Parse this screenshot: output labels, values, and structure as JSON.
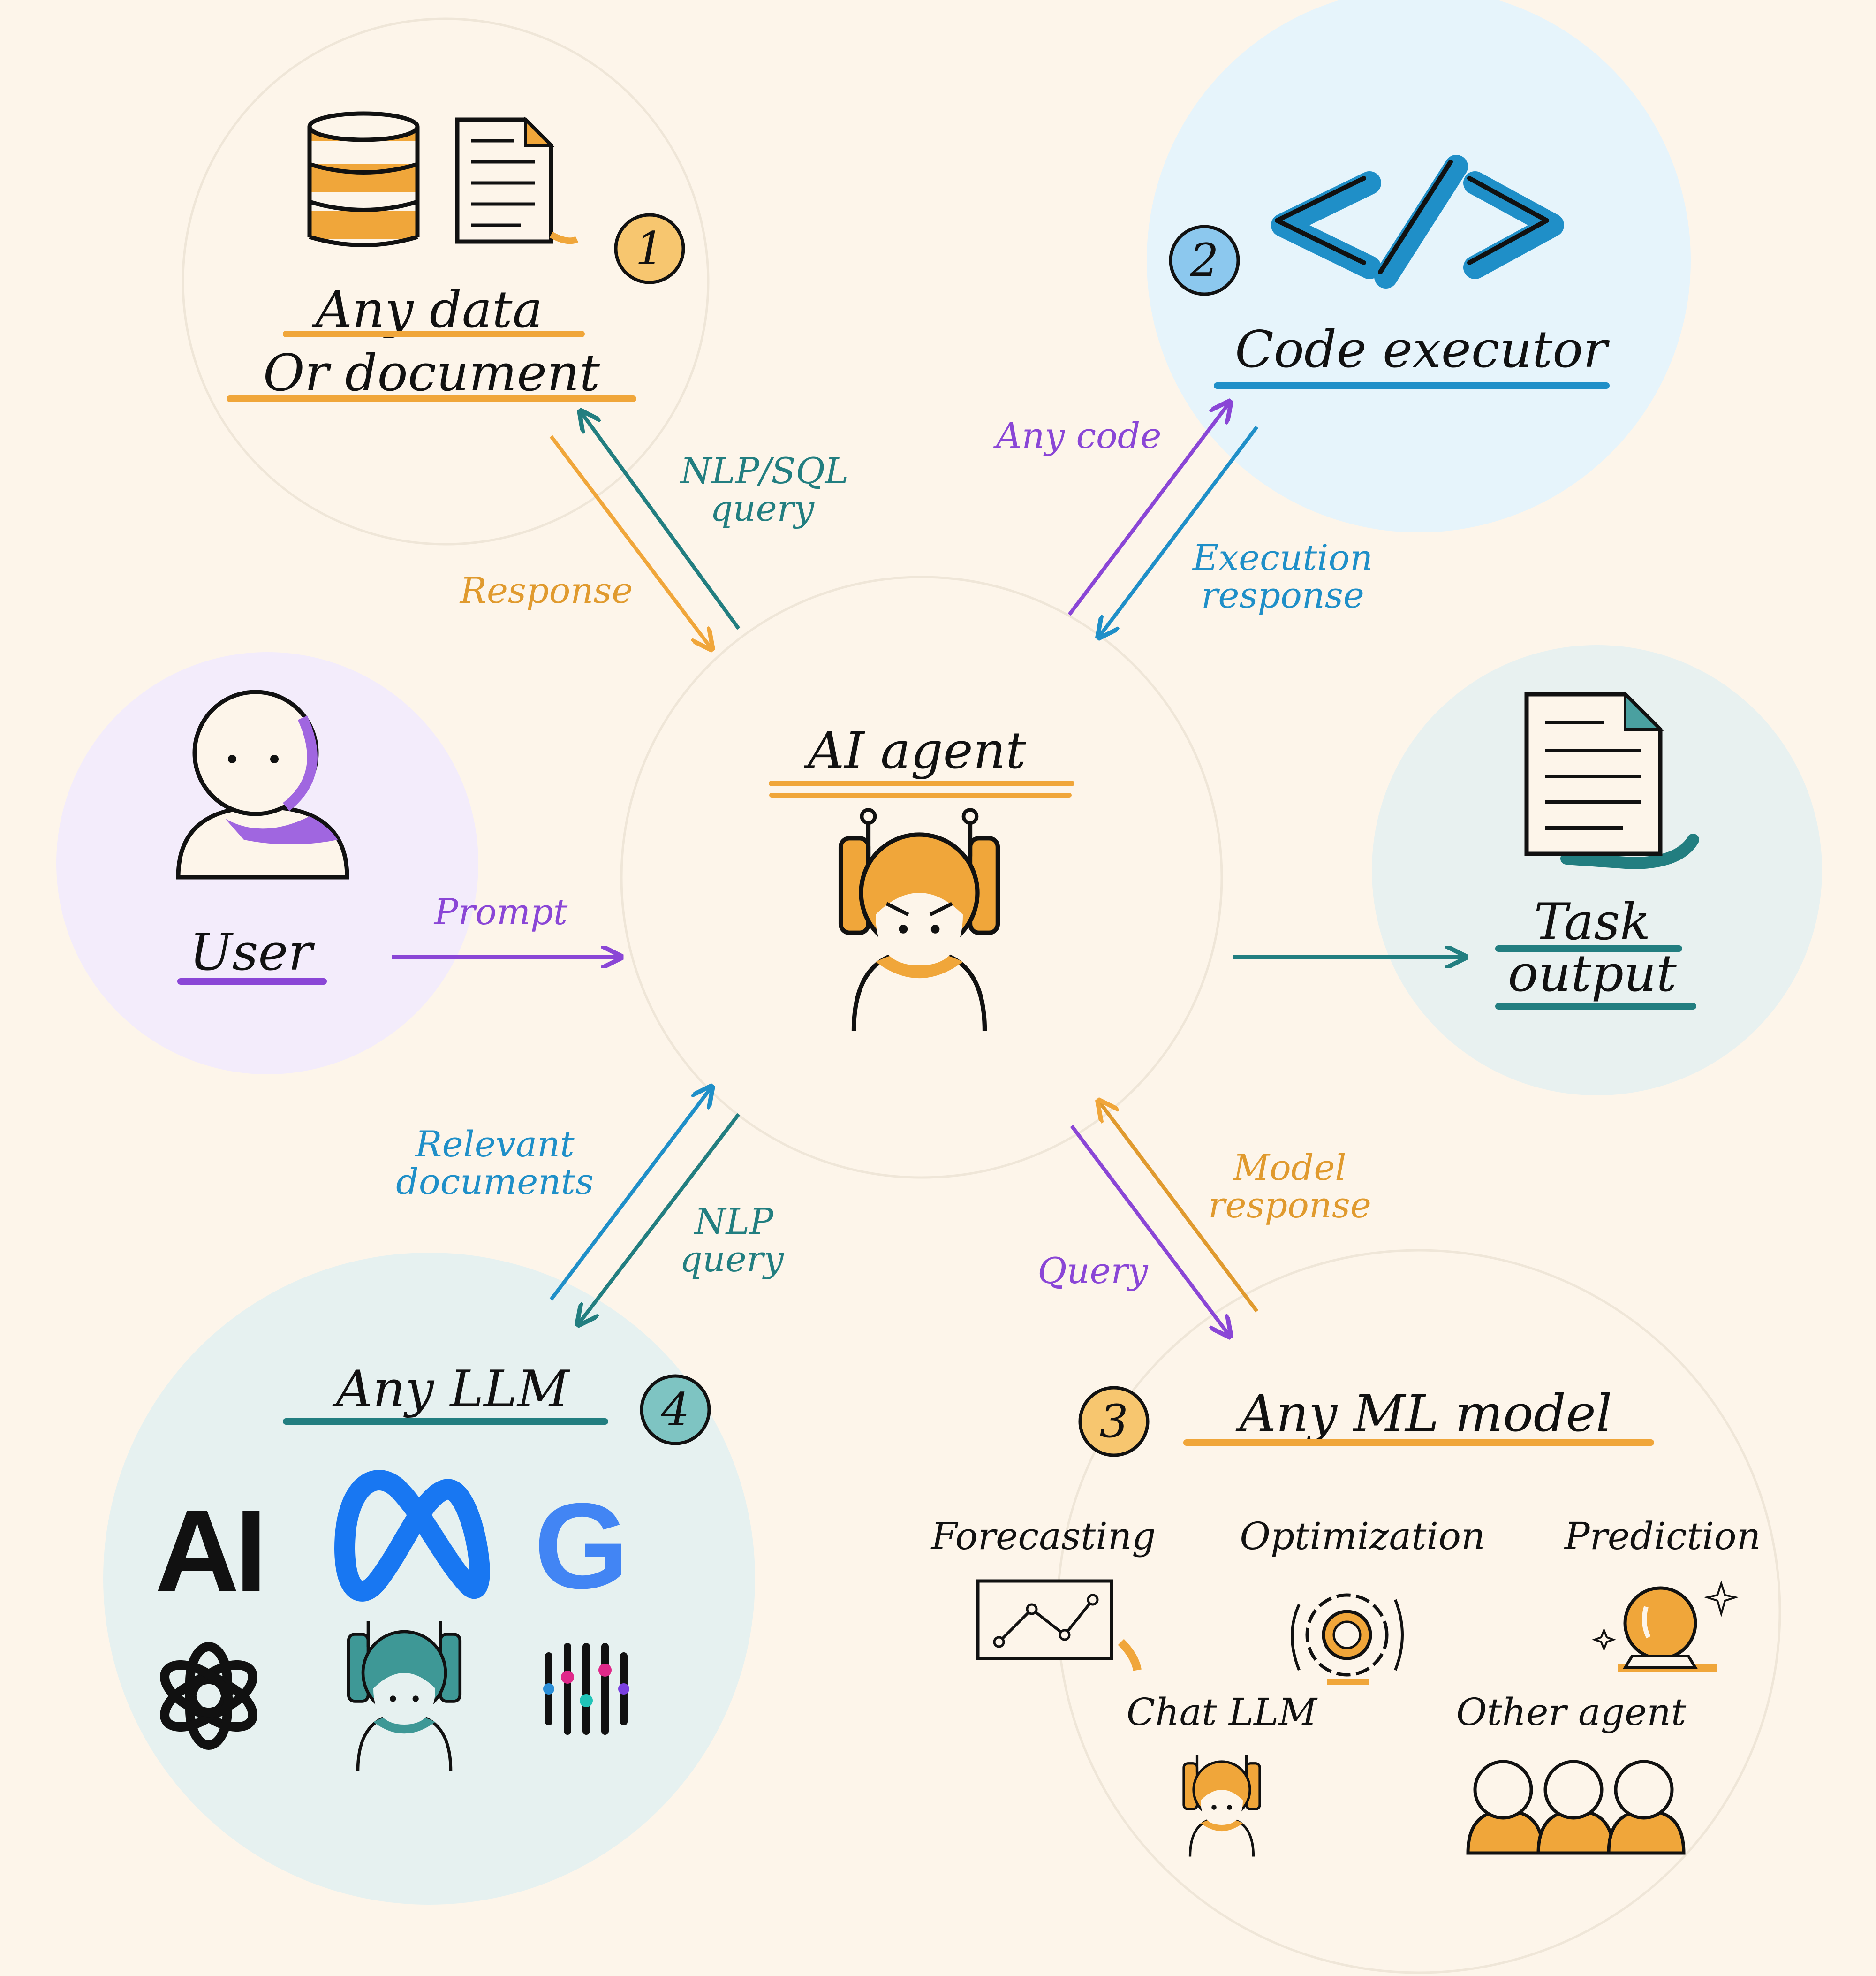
{
  "colors": {
    "background": "#fdf5ea",
    "orange": "#f0a63a",
    "purple": "#8a46d6",
    "teal": "#227e80",
    "blue": "#1f8fc8",
    "user_circle": "#f3ecfb",
    "code_circle": "#e6f4fb",
    "llm_circle": "#e6f1f0",
    "output_circle": "#e8f1f0"
  },
  "center": {
    "title": "AI agent",
    "icon": "robot-icon"
  },
  "nodes": {
    "data": {
      "title_line1": "Any data",
      "title_line2": "Or document",
      "number": "1",
      "icons": [
        "database-icon",
        "document-icon"
      ]
    },
    "code": {
      "title": "Code executor",
      "number": "2",
      "icon": "code-brackets-icon"
    },
    "user": {
      "title": "User",
      "icon": "person-icon"
    },
    "output": {
      "title_line1": "Task",
      "title_line2": "output",
      "icon": "document-icon"
    },
    "llm": {
      "title": "Any LLM",
      "number": "4",
      "logos": [
        "anthropic-logo",
        "meta-logo",
        "google-logo",
        "openai-logo",
        "robot-icon",
        "mistral-logo"
      ],
      "logo_text": {
        "anthropic": "AI",
        "google": "G"
      }
    },
    "ml": {
      "title": "Any ML model",
      "number": "3",
      "items": [
        {
          "label": "Forecasting",
          "icon": "line-chart-icon"
        },
        {
          "label": "Optimization",
          "icon": "gear-icon"
        },
        {
          "label": "Prediction",
          "icon": "crystal-ball-icon"
        },
        {
          "label": "Chat LLM",
          "icon": "robot-icon"
        },
        {
          "label": "Other agent",
          "icon": "group-icon"
        }
      ]
    }
  },
  "edges": {
    "nlp_sql_line1": "NLP/SQL",
    "nlp_sql_line2": "query",
    "response": "Response",
    "any_code": "Any code",
    "exec_line1": "Execution",
    "exec_line2": "response",
    "prompt": "Prompt",
    "relevant_line1": "Relevant",
    "relevant_line2": "documents",
    "nlp_line1": "NLP",
    "nlp_line2": "query",
    "model_line1": "Model",
    "model_line2": "response",
    "query": "Query"
  }
}
